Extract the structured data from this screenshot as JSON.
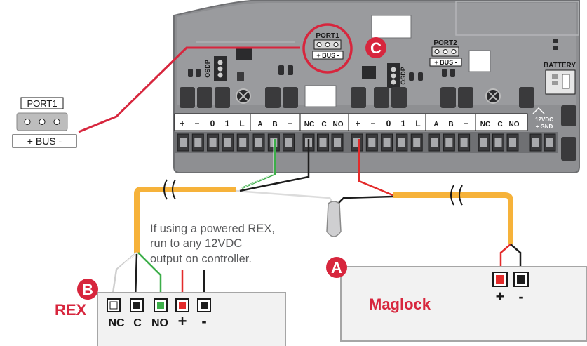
{
  "callout_port": {
    "port_label": "PORT1",
    "bus_label": "+ BUS -"
  },
  "controller": {
    "port1_label": "PORT1",
    "port1_bus": "+ BUS -",
    "port2_label": "PORT2",
    "port2_bus": "+ BUS -",
    "battery_label": "BATTERY",
    "osdp_label": "OSDP",
    "terminal_group1": [
      "+",
      "−",
      "0",
      "1",
      "L"
    ],
    "terminal_group2": [
      "A",
      "B",
      "−"
    ],
    "terminal_group3": [
      "NC",
      "C",
      "NO"
    ],
    "terminal_group4": [
      "+",
      "−",
      "0",
      "1",
      "L"
    ],
    "terminal_group5": [
      "A",
      "B",
      "−"
    ],
    "terminal_group6": [
      "NC",
      "C",
      "NO"
    ],
    "power_label_1": "12VDC",
    "power_label_2": "+   GND"
  },
  "markers": {
    "a": "A",
    "b": "B",
    "c": "C"
  },
  "note": {
    "line1": "If using a powered REX,",
    "line2": "run to any 12VDC",
    "line3": "output on controller."
  },
  "rex": {
    "title": "REX",
    "terminals": [
      "NC",
      "C",
      "NO",
      "+",
      "-"
    ]
  },
  "maglock": {
    "title": "Maglock",
    "terminals": [
      "+",
      "-"
    ]
  },
  "colors": {
    "board": "#8e8f92",
    "board_dark": "#5f6063",
    "accent_red": "#d7263d",
    "cable_orange": "#f6b23a",
    "wire_green": "#3cae49",
    "wire_red": "#e32b2b",
    "wire_black": "#1d1d1d",
    "rex_text": "#d7263d"
  }
}
